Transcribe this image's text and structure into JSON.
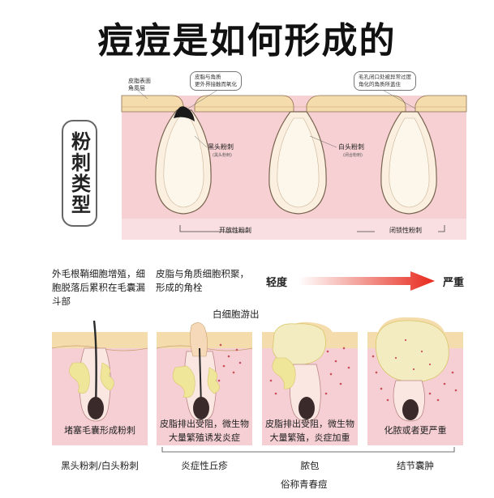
{
  "title": "痘痘是如何形成的",
  "side_label": "粉刺类型",
  "top": {
    "skin_surface_label": "皮脂表面\n角质层",
    "callout_left": "皮脂与角质\n更外界接触而氧化",
    "callout_right": "毛孔闭口处被异常过度\n角化的角质所盖住",
    "blackhead": "黑头粉刺",
    "blackhead_sub": "(黑头粉刺)",
    "whitehead": "白头粉刺",
    "whitehead_sub": "(闭合粉刺)",
    "open_type": "开放性粉刺",
    "closed_type": "闭锁性粉刺"
  },
  "middle": {
    "desc_left": "外毛根鞘细胞增殖，细\n胞脱落后累积在毛囊漏\n斗部",
    "desc_mid": "皮脂与角质细胞积聚，\n形成的角栓",
    "white_cells": "白细胞游出",
    "mild": "轻度",
    "severe": "严重"
  },
  "panels": [
    {
      "text": "堵塞毛囊形成粉刺",
      "label": "黑头粉刺/白头粉刺"
    },
    {
      "text": "皮脂排出受阻，微生物\n大量繁殖诱发炎症",
      "label": "炎症性丘疹"
    },
    {
      "text": "皮脂排出受阻，微生物\n大量繁殖，炎症加重",
      "label": "脓包"
    },
    {
      "text": "化脓或者更严重",
      "label": "结节囊肿"
    }
  ],
  "bottom_caption": "俗称青春痘",
  "colors": {
    "skin_pink": "#f5cfd3",
    "epidermis_yellow": "#f4dcac",
    "arrow_red": "#e8281c",
    "sebum_yellow": "#efe69a"
  }
}
